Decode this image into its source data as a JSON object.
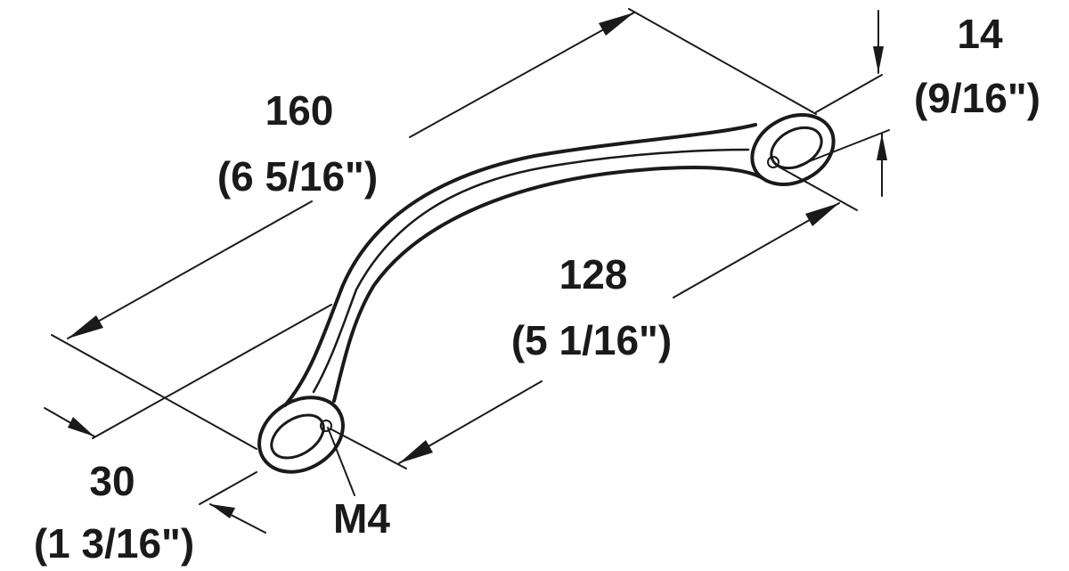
{
  "dimensions": {
    "overall_length": {
      "metric": "160",
      "imperial": "(6 5/16\")"
    },
    "hole_spacing": {
      "metric": "128",
      "imperial": "(5 1/16\")"
    },
    "width": {
      "metric": "14",
      "imperial": "(9/16\")"
    },
    "projection": {
      "metric": "30",
      "imperial": "(1 3/16\")"
    },
    "thread": {
      "label": "M4"
    }
  }
}
